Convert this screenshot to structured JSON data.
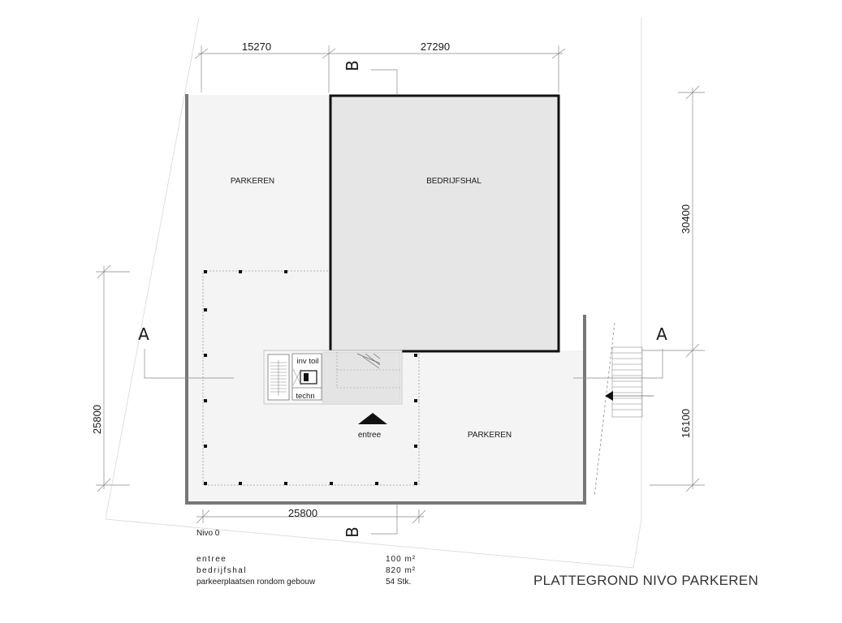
{
  "drawing": {
    "title": "PLATTEGROND NIVO PARKEREN",
    "level": "Nivo 0"
  },
  "rooms": {
    "parking_north": "PARKEREN",
    "hall": "BEDRIJFSHAL",
    "parking_south": "PARKEREN",
    "accessible_toilet": "inv toil",
    "technical": "techn",
    "entrance": "entree"
  },
  "dimensions": {
    "top_left": "15270",
    "top_right": "27290",
    "right_upper": "30400",
    "right_lower": "16100",
    "left": "25800",
    "bottom": "25800"
  },
  "sections": {
    "a_left": "A",
    "a_right": "A",
    "b_top": "B",
    "b_bottom": "B"
  },
  "areas": [
    {
      "label": "entree",
      "value": "100 m²"
    },
    {
      "label": "bedrijfshal",
      "value": "820 m²"
    },
    {
      "label": "parkeerplaatsen rondom gebouw",
      "value": "54 Stk."
    }
  ]
}
